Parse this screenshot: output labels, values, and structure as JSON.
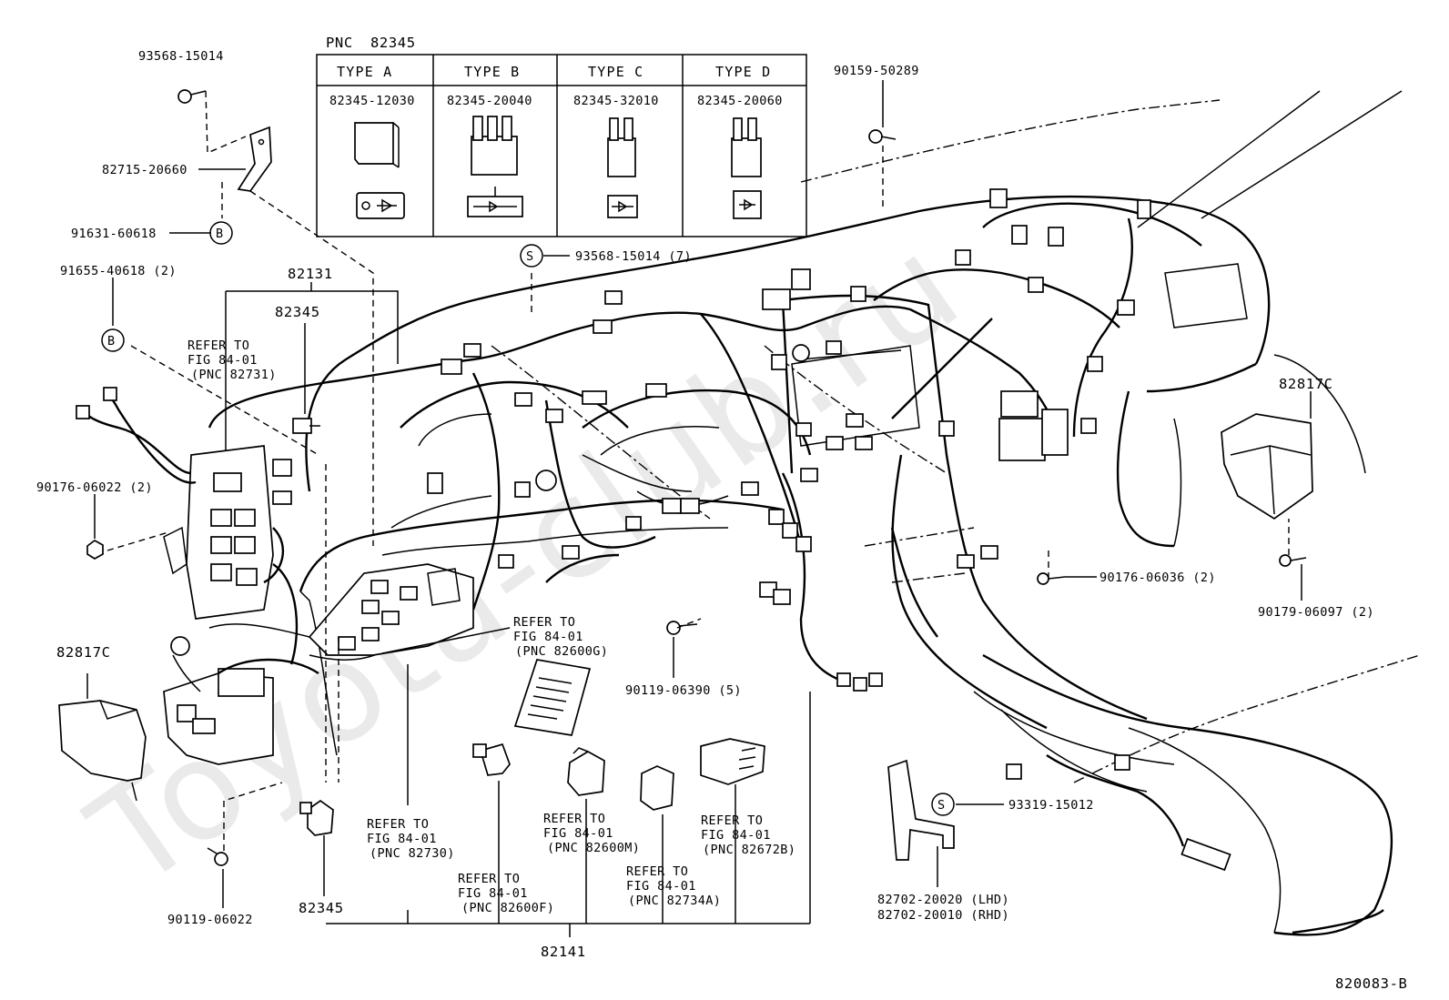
{
  "watermark": "Toyota-club.ru",
  "figure_id": "820083-B",
  "pnc_table": {
    "pnc_label": "PNC",
    "pnc_number": "82345",
    "columns": [
      {
        "type": "TYPE A",
        "part_no": "82345-12030"
      },
      {
        "type": "TYPE B",
        "part_no": "82345-20040"
      },
      {
        "type": "TYPE C",
        "part_no": "82345-32010"
      },
      {
        "type": "TYPE D",
        "part_no": "82345-20060"
      }
    ]
  },
  "callouts": {
    "p93568_top": "93568-15014",
    "p82715": "82715-20660",
    "p91631": "91631-60618",
    "p91655": "91655-40618 (2)",
    "p82131": "82131",
    "p82345_upper": "82345",
    "refer_82731": [
      "REFER TO",
      "FIG 84-01",
      "(PNC 82731)"
    ],
    "p90176_left": "90176-06022 (2)",
    "p82817c_left": "82817C",
    "p90119_06022": "90119-06022",
    "p82345_lower": "82345",
    "refer_82730": [
      "REFER TO",
      "FIG 84-01",
      "(PNC 82730)"
    ],
    "refer_82600f": [
      "REFER TO",
      "FIG 84-01",
      "(PNC 82600F)"
    ],
    "refer_82600m": [
      "REFER TO",
      "FIG 84-01",
      "(PNC 82600M)"
    ],
    "refer_82734a": [
      "REFER TO",
      "FIG 84-01",
      "(PNC 82734A)"
    ],
    "refer_82672b": [
      "REFER TO",
      "FIG 84-01",
      "(PNC 82672B)"
    ],
    "refer_82600g": [
      "REFER TO",
      "FIG 84-01",
      "(PNC 82600G)"
    ],
    "p82141": "82141",
    "p90119_06390": "90119-06390 (5)",
    "p93568_s": "93568-15014 (7)",
    "p90159": "90159-50289",
    "p82817c_right": "82817C",
    "p90176_right": "90176-06036 (2)",
    "p90179": "90179-06097 (2)",
    "p93319": "93319-15012",
    "p82702_lhd": "82702-20020 (LHD)",
    "p82702_rhd": "82702-20010 (RHD)",
    "marker_b": "B",
    "marker_s": "S"
  }
}
